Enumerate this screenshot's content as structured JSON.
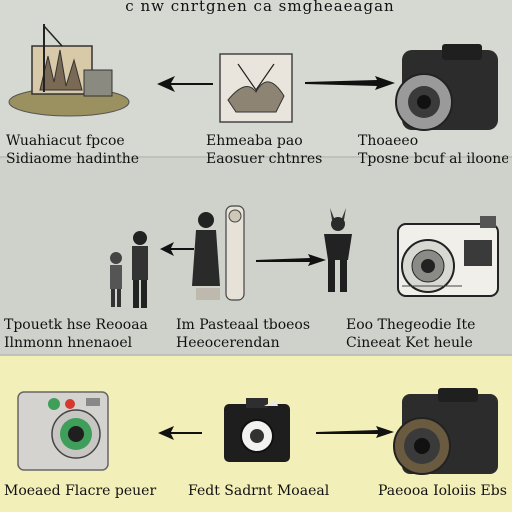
{
  "title": "c nw cnrtgnen ca smgheaeagan",
  "rows": [
    {
      "captions": [
        {
          "line1": "Wuahiacut fpcoe",
          "line2": "Sidiaome hadinthe"
        },
        {
          "line1": "Ehmeaba pao",
          "line2": "Eaosuer chtnres"
        },
        {
          "line1": "Thoaeeo",
          "line2": "Tposne bcuf al iloone"
        }
      ]
    },
    {
      "captions": [
        {
          "line1": "Tpouetk hse Reooaa",
          "line2": "Ilnmonn hnenaoel"
        },
        {
          "line1": "Im Pasteaal tboeos",
          "line2": "Heeocerendan"
        },
        {
          "line1": "Eoo Thegeodie Ite",
          "line2": "Cineeat Ket heule"
        }
      ]
    },
    {
      "captions": [
        {
          "line1": "Moeaed Flacre peuer"
        },
        {
          "line1": "Fedt Sadrnt Moaeal"
        },
        {
          "line1": "Paeooa Ioloiis Ebs"
        }
      ]
    }
  ],
  "colors": {
    "band_top": "#d6d9d2",
    "band_mid": "#cfd2ca",
    "band_bot": "#f3efb9",
    "camera_dark": "#2c2c2c",
    "lens_green": "#3f9e5a"
  }
}
